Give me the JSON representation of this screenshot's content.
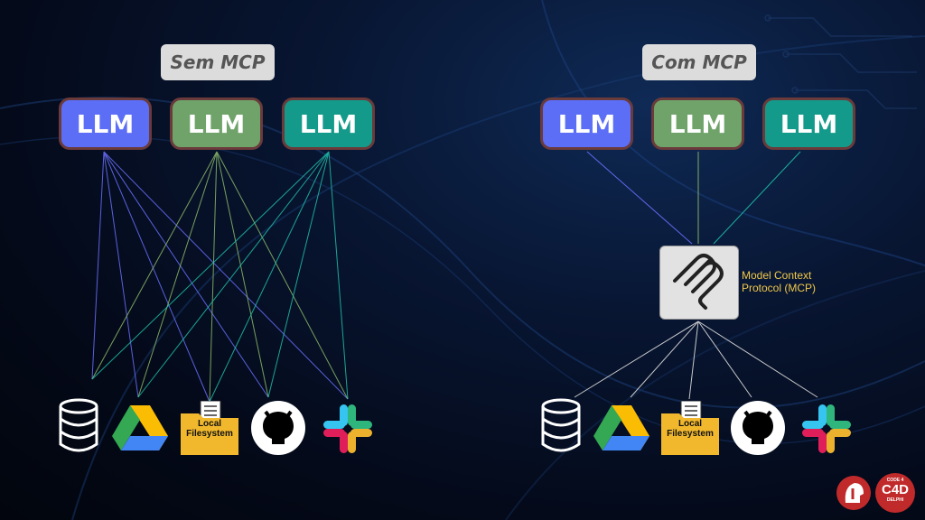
{
  "left": {
    "title": "Sem MCP",
    "llms": [
      "LLM",
      "LLM",
      "LLM"
    ],
    "filesystem_label": "Local\nFilesystem"
  },
  "right": {
    "title": "Com MCP",
    "llms": [
      "LLM",
      "LLM",
      "LLM"
    ],
    "filesystem_label": "Local\nFilesystem",
    "mcp_caption_line1": "Model Context",
    "mcp_caption_line2": "Protocol (MCP)"
  },
  "logos": {
    "c4d_top": "CODE 4",
    "c4d_main": "C4D",
    "c4d_bottom": "DELPHI"
  },
  "colors": {
    "llm_blue": "#5b6ef5",
    "llm_green": "#6fa36a",
    "llm_teal": "#139a8a",
    "mcp_caption": "#f0c84a",
    "label_bg": "#dcdcdc"
  },
  "icons": [
    "database-icon",
    "google-drive-icon",
    "folder-icon",
    "github-icon",
    "slack-icon",
    "mcp-logo-icon"
  ]
}
